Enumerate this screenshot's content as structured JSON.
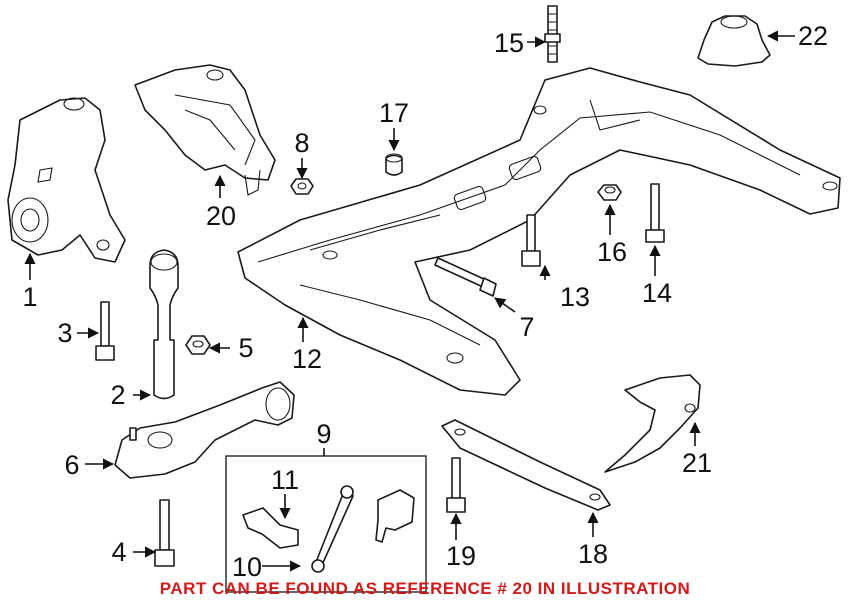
{
  "callouts": {
    "c1": "1",
    "c2": "2",
    "c3": "3",
    "c4": "4",
    "c5": "5",
    "c6": "6",
    "c7": "7",
    "c8": "8",
    "c9": "9",
    "c10": "10",
    "c11": "11",
    "c12": "12",
    "c13": "13",
    "c14": "14",
    "c15": "15",
    "c16": "16",
    "c17": "17",
    "c18": "18",
    "c19": "19",
    "c20": "20",
    "c21": "21",
    "c22": "22"
  },
  "note": "PART CAN BE FOUND AS REFERENCE # 20 IN ILLUSTRATION",
  "colors": {
    "note": "#d11a1a",
    "line": "#1a1a1a",
    "background": "#ffffff"
  }
}
